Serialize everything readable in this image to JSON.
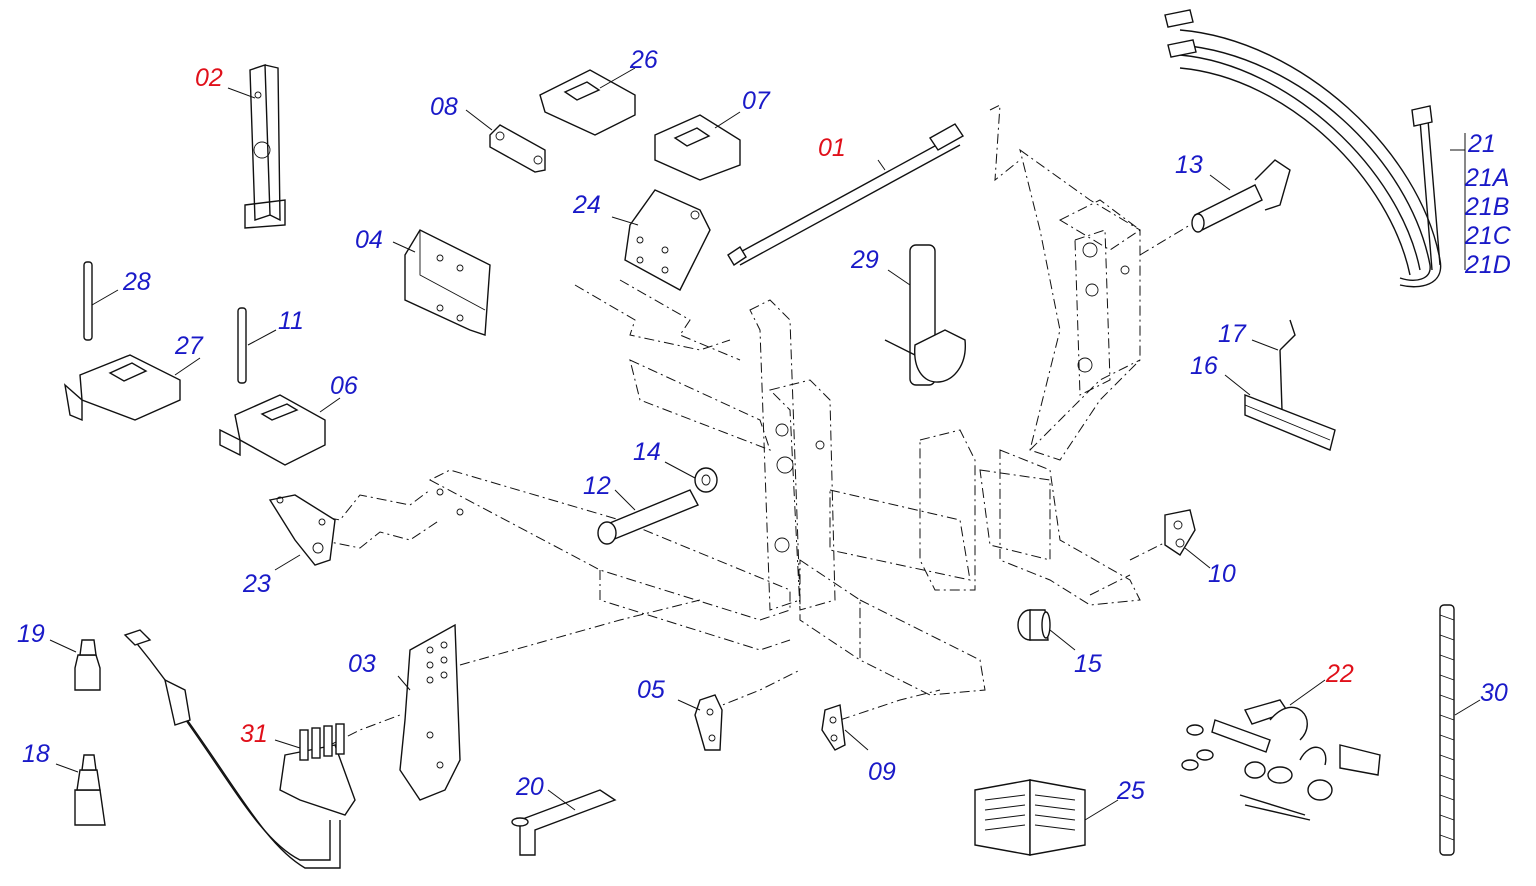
{
  "labels": {
    "p01": "01",
    "p02": "02",
    "p03": "03",
    "p04": "04",
    "p05": "05",
    "p06": "06",
    "p07": "07",
    "p08": "08",
    "p09": "09",
    "p10": "10",
    "p11": "11",
    "p12": "12",
    "p13": "13",
    "p14": "14",
    "p15": "15",
    "p16": "16",
    "p17": "17",
    "p18": "18",
    "p19": "19",
    "p20": "20",
    "p21": "21",
    "p21a": "21A",
    "p21b": "21B",
    "p21c": "21C",
    "p21d": "21D",
    "p22": "22",
    "p23": "23",
    "p24": "24",
    "p25": "25",
    "p26": "26",
    "p27": "27",
    "p28": "28",
    "p29": "29",
    "p30": "30",
    "p31": "31"
  },
  "colors": {
    "standard_label": "#1a1ac8",
    "highlight_label": "#e0101a",
    "line": "#111111"
  }
}
